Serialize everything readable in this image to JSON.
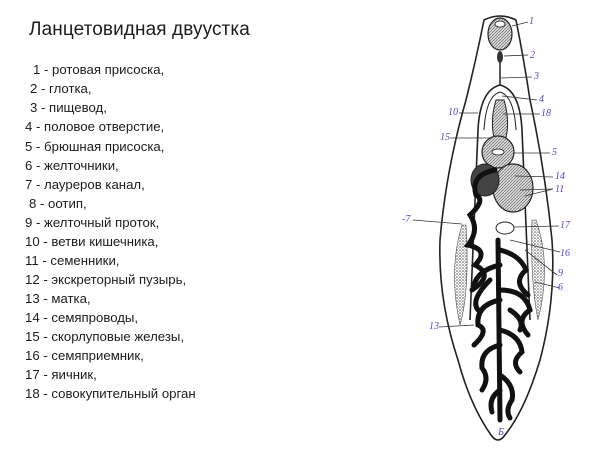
{
  "title": "Ланцетовидная двуустка",
  "legend": [
    {
      "num": "1",
      "text": "1 - ротовая присоска,"
    },
    {
      "num": "2",
      "text": "2 - глотка,"
    },
    {
      "num": "3",
      "text": "3 - пищевод,"
    },
    {
      "num": "4",
      "text": "4 - половое отверстие,"
    },
    {
      "num": "5",
      "text": "5 - брюшная присоска,"
    },
    {
      "num": "6",
      "text": "6 - желточники,"
    },
    {
      "num": "7",
      "text": "7 - лауреров канал,"
    },
    {
      "num": "8",
      "text": "8 - оотип,"
    },
    {
      "num": "9",
      "text": "9 - желточный проток,"
    },
    {
      "num": "10",
      "text": "10 - ветви кишечника,"
    },
    {
      "num": "11",
      "text": "11 - семенники,"
    },
    {
      "num": "12",
      "text": "12 - экскреторный пузырь,"
    },
    {
      "num": "13",
      "text": "13 - матка,"
    },
    {
      "num": "14",
      "text": "14 - семяпроводы,"
    },
    {
      "num": "15",
      "text": "15 - скорлуповые железы,"
    },
    {
      "num": "16",
      "text": "16 - семяприемник,"
    },
    {
      "num": "17",
      "text": "17 - яичник,"
    },
    {
      "num": "18",
      "text": "18 - совокупительный орган"
    }
  ],
  "diagram": {
    "labels": {
      "l1": "1",
      "l2": "2",
      "l3": "3",
      "l4": "4",
      "l18": "18",
      "l10": "10",
      "l15": "15",
      "l5": "5",
      "l14": "14",
      "l11": "11",
      "l7": "-7",
      "l17": "17",
      "l16": "16",
      "l9": "9",
      "l6": "6",
      "l13": "13",
      "lB": "Б"
    },
    "label_color": "#4a4ad0"
  }
}
